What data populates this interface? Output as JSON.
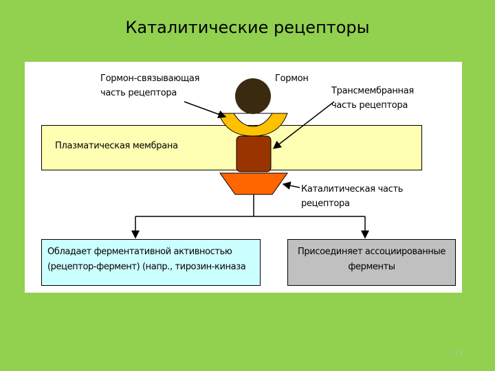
{
  "slide": {
    "title": "Каталитические рецепторы",
    "page_number": "11"
  },
  "diagram": {
    "labels": {
      "hormone_binding_line1": "Гормон-связывающая",
      "hormone_binding_line2": "часть рецептора",
      "hormone": "Гормон",
      "transmembrane_line1": "Трансмембранная",
      "transmembrane_line2": "часть рецептора",
      "membrane": "Плазматическая мембрана",
      "catalytic_line1": "Каталитическая часть",
      "catalytic_line2": "рецептора"
    },
    "boxes": {
      "enzyme_line1": "Обладает ферментативной активностью",
      "enzyme_line2": "(рецептор-фермент) (напр., тирозин-киназа",
      "associated_line1": "Присоединяет ассоциированные",
      "associated_line2": "ферменты"
    },
    "colors": {
      "background": "#92d050",
      "membrane": "#ffffb3",
      "hormone": "#3a2a10",
      "binding_part": "#ffc000",
      "transmembrane_part": "#993300",
      "catalytic_part": "#ff6600",
      "box_enzyme": "#ccffff",
      "box_associated": "#c0c0c0"
    }
  }
}
